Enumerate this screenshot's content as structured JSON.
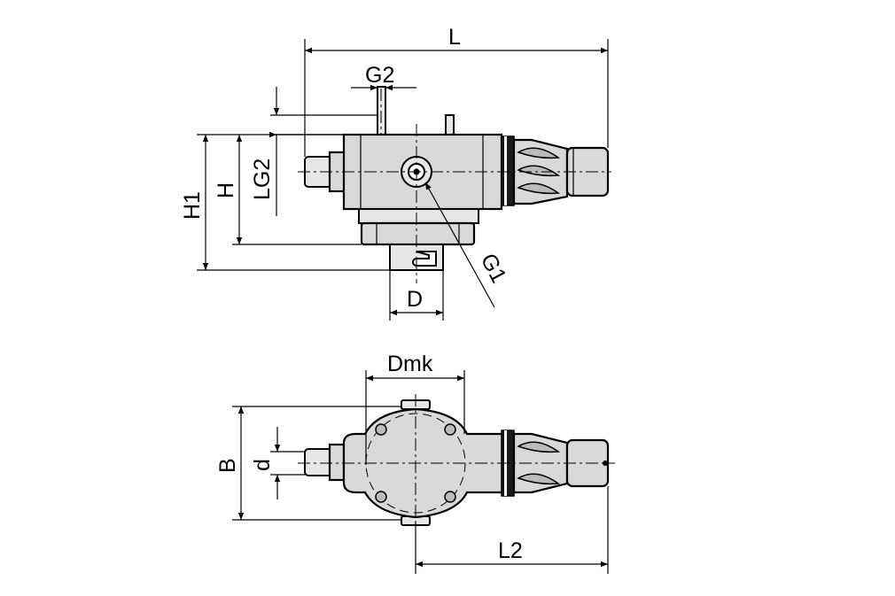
{
  "drawing": {
    "labels": {
      "L": "L",
      "G2": "G2",
      "LG2": "LG2",
      "H": "H",
      "H1": "H1",
      "G1": "G1",
      "D": "D",
      "Dmk": "Dmk",
      "B": "B",
      "d": "d",
      "L2": "L2"
    }
  }
}
